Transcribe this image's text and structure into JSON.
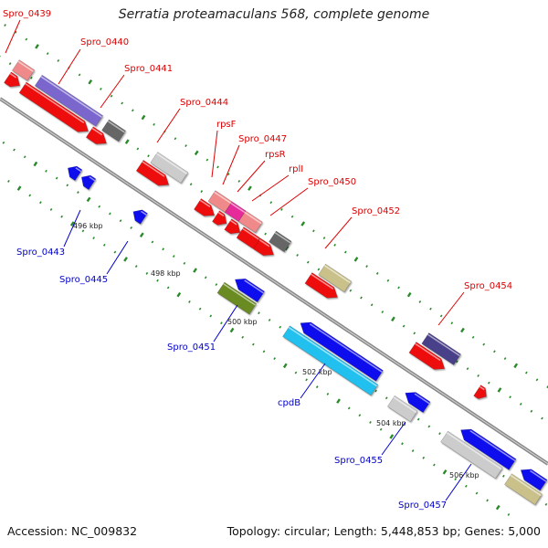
{
  "title": "Serratia proteamaculans 568, complete genome",
  "footer": {
    "accession": "Accession: NC_009832",
    "summary": "Topology: circular; Length: 5,448,853 bp; Genes: 5,000"
  },
  "colors": {
    "plus_label": "#dd0000",
    "minus_label": "#0000cc",
    "backbone": "#8a8a8a",
    "ticks": "#2a8a2a"
  },
  "kbp_labels": [
    "496 kbp",
    "498 kbp",
    "500 kbp",
    "502 kbp",
    "504 kbp",
    "506 kbp"
  ],
  "plus_labels": [
    "Spro_0439",
    "Spro_0440",
    "Spro_0441",
    "Spro_0444",
    "rpsF",
    "Spro_0447",
    "rpsR",
    "rplI",
    "Spro_0450",
    "Spro_0452",
    "Spro_0454"
  ],
  "minus_labels": [
    "Spro_0443",
    "Spro_0445",
    "Spro_0451",
    "cpdB",
    "Spro_0455",
    "Spro_0457"
  ]
}
